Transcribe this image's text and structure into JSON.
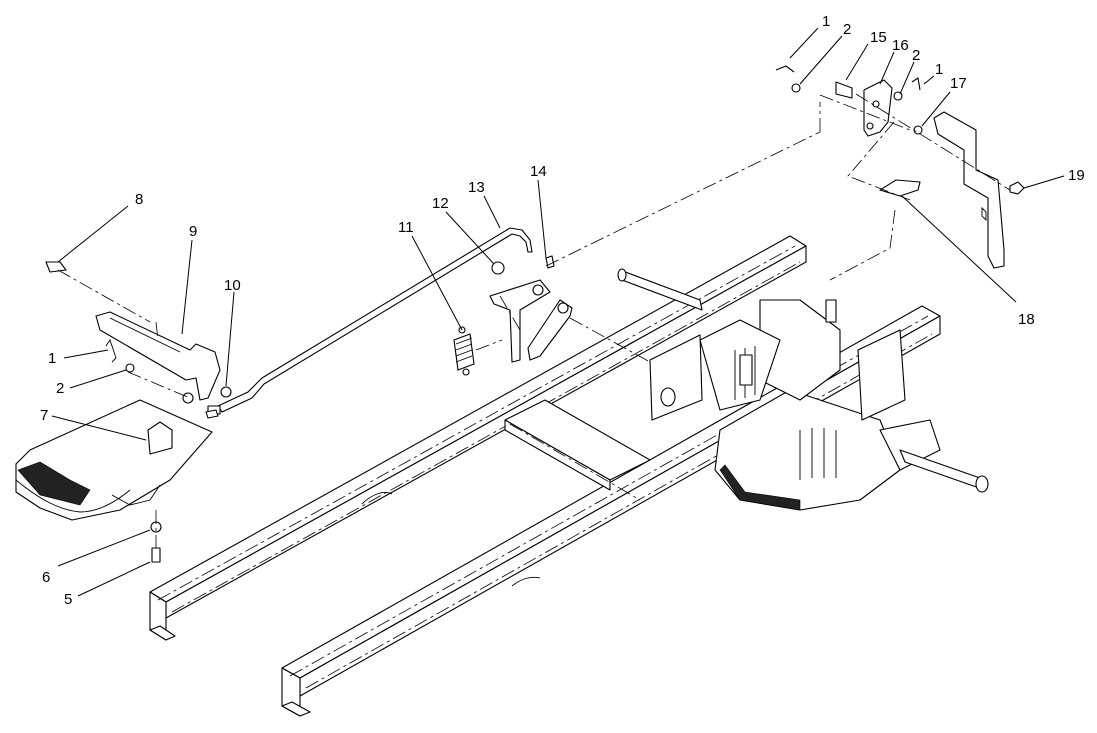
{
  "callouts": [
    {
      "id": "c1a",
      "label": "1"
    },
    {
      "id": "c2a",
      "label": "2"
    },
    {
      "id": "c15",
      "label": "15"
    },
    {
      "id": "c16",
      "label": "16"
    },
    {
      "id": "c2b",
      "label": "2"
    },
    {
      "id": "c1b",
      "label": "1"
    },
    {
      "id": "c17",
      "label": "17"
    },
    {
      "id": "c19",
      "label": "19"
    },
    {
      "id": "c18",
      "label": "18"
    },
    {
      "id": "c14",
      "label": "14"
    },
    {
      "id": "c13",
      "label": "13"
    },
    {
      "id": "c12",
      "label": "12"
    },
    {
      "id": "c11",
      "label": "11"
    },
    {
      "id": "c8",
      "label": "8"
    },
    {
      "id": "c9",
      "label": "9"
    },
    {
      "id": "c10",
      "label": "10"
    },
    {
      "id": "c1c",
      "label": "1"
    },
    {
      "id": "c2c",
      "label": "2"
    },
    {
      "id": "c7",
      "label": "7"
    },
    {
      "id": "c6",
      "label": "6"
    },
    {
      "id": "c5",
      "label": "5"
    }
  ]
}
